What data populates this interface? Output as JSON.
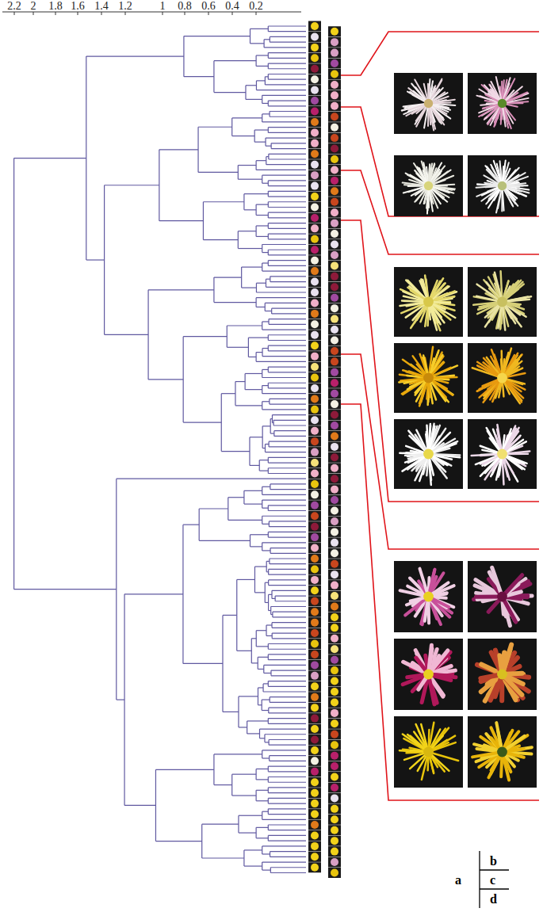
{
  "diagram": {
    "labels": [
      "2.2",
      "2",
      "1.8",
      "1.6",
      "1.4",
      "1.2",
      "1",
      "0.8",
      "0.6",
      "0.4",
      "0.2",
      "a",
      "b",
      "c",
      "d"
    ]
  }
}
